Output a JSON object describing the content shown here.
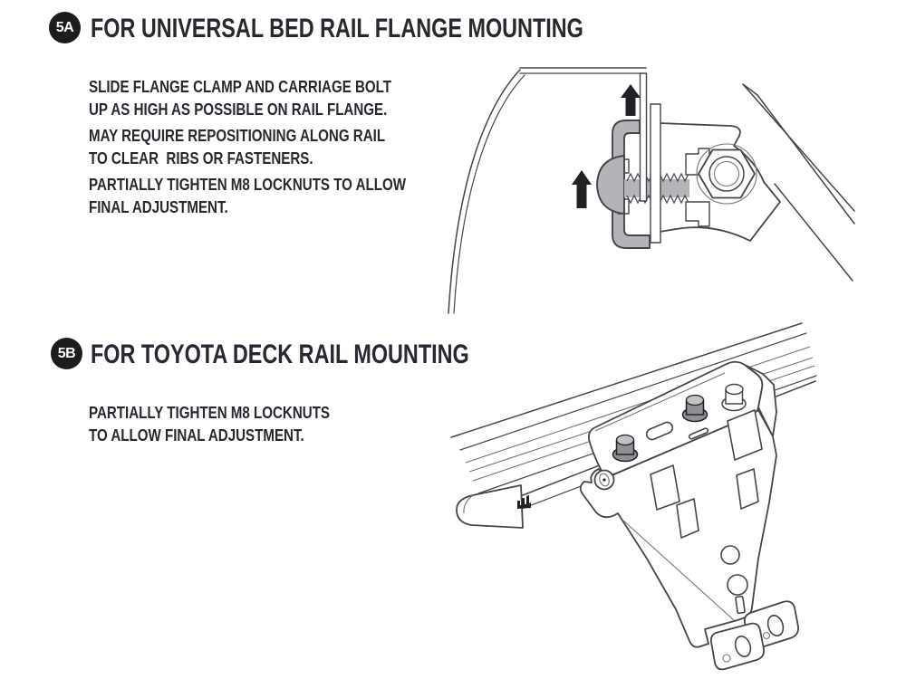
{
  "colors": {
    "background": "#ffffff",
    "text": "#2a2731",
    "badge_bg": "#1c1c1f",
    "badge_text": "#ffffff",
    "line": "#45454c",
    "line_faint": "#74747c",
    "metal_gray": "#b4b4b8",
    "nut_gray": "#909094",
    "arrow": "#212126"
  },
  "sections": [
    {
      "badge": "5A",
      "title": "FOR UNIVERSAL BED RAIL FLANGE MOUNTING",
      "paragraphs": [
        {
          "lines": [
            "SLIDE FLANGE CLAMP AND CARRIAGE BOLT",
            "UP AS HIGH AS POSSIBLE ON RAIL FLANGE."
          ]
        },
        {
          "lines": [
            "MAY REQUIRE REPOSITIONING ALONG RAIL",
            "TO CLEAR  RIBS OR FASTENERS."
          ]
        },
        {
          "lines": [
            "PARTIALLY TIGHTEN M8 LOCKNUTS TO ALLOW",
            "FINAL ADJUSTMENT."
          ]
        }
      ],
      "illustration": "universal-bed-rail-flange-clamp-diagram"
    },
    {
      "badge": "5B",
      "title": "FOR TOYOTA DECK RAIL MOUNTING",
      "paragraphs": [
        {
          "lines": [
            "PARTIALLY TIGHTEN M8 LOCKNUTS",
            "TO ALLOW FINAL ADJUSTMENT."
          ]
        }
      ],
      "illustration": "toyota-deck-rail-bracket-diagram"
    }
  ]
}
